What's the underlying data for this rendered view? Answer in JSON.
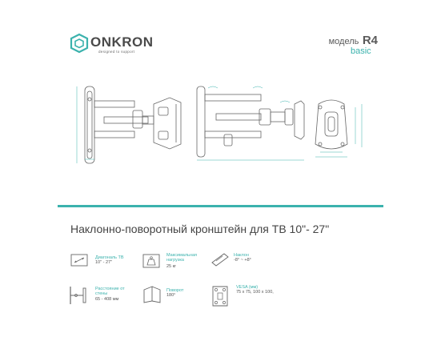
{
  "brand": {
    "name": "ONKRON",
    "tagline": "designed to support",
    "accent_color": "#3bb2ad",
    "text_color": "#4a4a4a"
  },
  "model": {
    "label": "модель",
    "code": "R4",
    "subtitle": "basic"
  },
  "product_title": "Наклонно-поворотный кронштейн для ТВ 10\"- 27\"",
  "specs": [
    {
      "icon": "screen-size-icon",
      "label": "Диагональ ТВ",
      "value": "10\" - 27\""
    },
    {
      "icon": "max-load-icon",
      "label": "Максимальная нагрузка",
      "value": "25 кг"
    },
    {
      "icon": "tilt-icon",
      "label": "Наклон",
      "value": "-8° ~ +8°"
    },
    {
      "icon": "wall-distance-icon",
      "label": "Расстояние от стены",
      "value": "65 - 408 мм"
    },
    {
      "icon": "swivel-icon",
      "label": "Поворот",
      "value": "180°"
    },
    {
      "icon": "vesa-icon",
      "label": "VESA (мм)",
      "value": "75 x 75, 100 x 100,"
    }
  ]
}
